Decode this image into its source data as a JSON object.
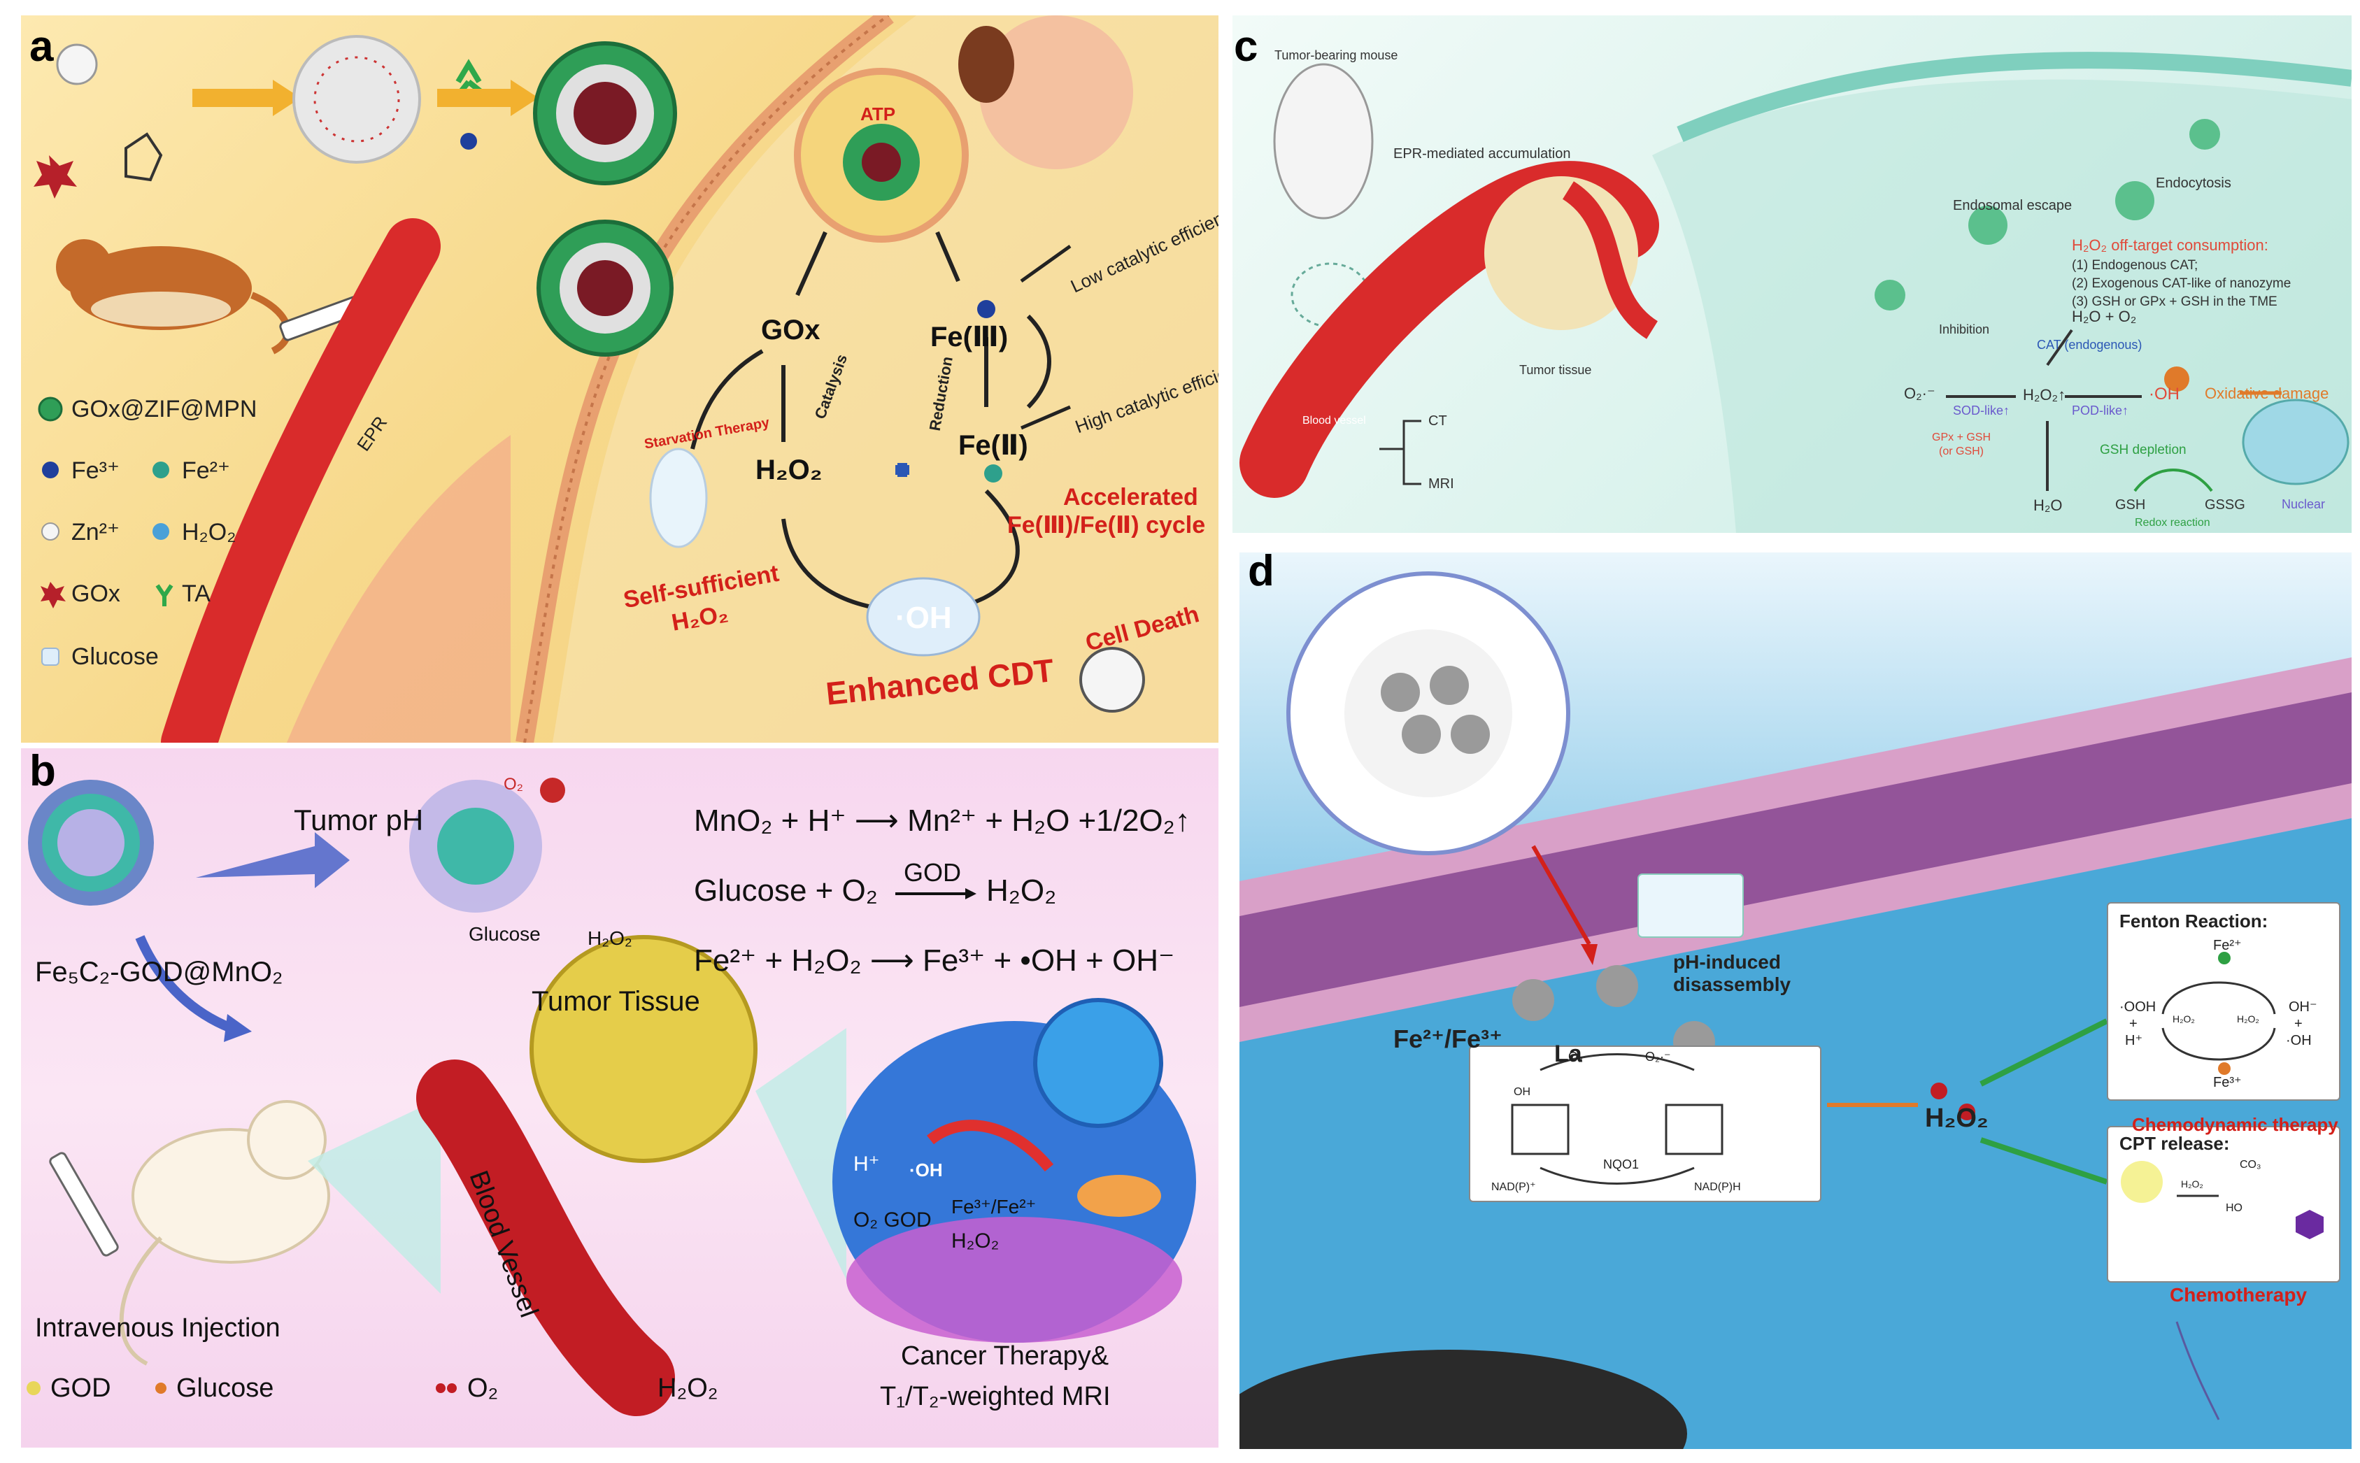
{
  "panel_a": {
    "letter": "a",
    "atp": "ATP",
    "legend": {
      "gox_zif_mpn": "GOx@ZIF@MPN",
      "fe3": "Fe³⁺",
      "fe2": "Fe²⁺",
      "zn2": "Zn²⁺",
      "h2o2": "H₂O₂",
      "gox": "GOx",
      "ta": "TA",
      "glucose": "Glucose"
    },
    "epr": "EPR",
    "starvation_therapy": "Starvation Therapy",
    "gox_center": "GOx",
    "catalysis": "Catalysis",
    "h2o2_center": "H₂O₂",
    "fe3_center": "Fe(Ⅲ)",
    "fe2_center": "Fe(Ⅱ)",
    "reduction": "Reduction",
    "low_eff": "Low catalytic efficiency",
    "high_eff": "High catalytic efficiency",
    "accel_1": "Accelerated",
    "accel_2": "Fe(Ⅲ)/Fe(Ⅱ) cycle",
    "self_1": "Self-sufficient",
    "self_2": "H₂O₂",
    "oh": "·OH",
    "enhanced_cdt": "Enhanced CDT",
    "cell_death": "Cell Death"
  },
  "panel_b": {
    "letter": "b",
    "tumor_ph": "Tumor pH",
    "o2_small": "O₂",
    "glucose_small": "Glucose",
    "h2o2_small": "H₂O₂",
    "eq1": "MnO₂ + H⁺ ⟶ Mn²⁺ + H₂O +1/2O₂↑",
    "eq2_left": "Glucose + O₂",
    "eq2_god": "GOD",
    "eq2_right": "H₂O₂",
    "eq3": "Fe²⁺ + H₂O₂ ⟶ Fe³⁺ + •OH + OH⁻",
    "particle_name": "Fe₅C₂-GOD@MnO₂",
    "tumor_tissue": "Tumor Tissue",
    "blood_vessel": "Blood Vessel",
    "iv_injection": "Intravenous Injection",
    "cell_h": "H⁺",
    "cell_oh": "·OH",
    "cell_o2god": "O₂ GOD",
    "cell_h2o2": "H₂O₂",
    "cell_fe": "Fe³⁺/Fe²⁺",
    "therapy_1": "Cancer Therapy&",
    "therapy_2": "T₁/T₂-weighted MRI",
    "legend": {
      "god": "GOD",
      "glucose": "Glucose",
      "o2": "O₂",
      "h2o2": "H₂O₂"
    }
  },
  "panel_c": {
    "letter": "c",
    "tumor_mouse": "Tumor-bearing mouse",
    "epr_accum": "EPR-mediated accumulation",
    "tumor_tissue": "Tumor tissue",
    "blood_vessel": "Blood vessel",
    "ct": "CT",
    "mri": "MRI",
    "endosomal_escape": "Endosomal escape",
    "endocytosis": "Endocytosis",
    "offtarget_title": "H₂O₂ off-target consumption:",
    "offtarget_1": "(1) Endogenous CAT;",
    "offtarget_2": "(2) Exogenous CAT-like of nanozyme",
    "offtarget_3": "(3) GSH or GPx + GSH in the TME",
    "inhibition": "Inhibition",
    "h2o_o2": "H₂O + O₂",
    "cat_endo": "CAT (endogenous)",
    "o2_radical": "O₂·⁻",
    "sod_like": "SOD-like↑",
    "h2o2": "H₂O₂↑",
    "pod_like": "POD-like↑",
    "oh": "·OH",
    "oxidative": "Oxidative damage",
    "gpx": "GPx + GSH",
    "or_gsh": "(or GSH)",
    "gsh_depletion": "GSH depletion",
    "h2o": "H₂O",
    "gsh": "GSH",
    "gssg": "GSSG",
    "redox": "Redox reaction",
    "nuclear": "Nuclear"
  },
  "panel_d": {
    "letter": "d",
    "ph_induced_1": "pH-induced",
    "ph_induced_2": "disassembly",
    "fe_ions": "Fe²⁺/Fe³⁺",
    "la": "La",
    "h2o2": "H₂O₂",
    "fenton_title": "Fenton Reaction:",
    "fenton_fe2": "Fe²⁺",
    "fenton_fe3": "Fe³⁺",
    "fenton_ooh": "·OOH",
    "fenton_plus1": "+",
    "fenton_h": "H⁺",
    "fenton_ohm": "OH⁻",
    "fenton_plus2": "+",
    "fenton_oh": "·OH",
    "fenton_h2o2a": "H₂O₂",
    "fenton_h2o2b": "H₂O₂",
    "cdt": "Chemodynamic therapy",
    "nqo1_o2": "O₂",
    "nqo1_o2r": "O₂·⁻",
    "nqo1": "NQO1",
    "nadp": "NAD(P)⁺",
    "nadph": "NAD(P)H",
    "oh_label": "OH",
    "cpt_title": "CPT release:",
    "cpt_h2o2": "H₂O₂",
    "co3": "CO₃",
    "ho": "HO",
    "chemotherapy": "Chemotherapy"
  },
  "colors": {
    "red_label": "#d3201a",
    "vessel_red": "#d92b2b",
    "membrane_orange": "#e8a070",
    "membrane_pink": "#d9a0c8",
    "green_label": "#2ea043",
    "blue_arrow": "#4a64c8"
  }
}
